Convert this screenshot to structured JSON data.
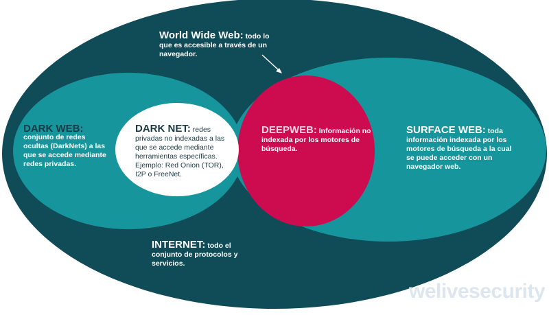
{
  "colors": {
    "outer": "#0f4c58",
    "teal": "#16959d",
    "pink": "#cc0c4f",
    "white": "#ffffff"
  },
  "www": {
    "title": "World Wide Web:",
    "text": "todo lo que es accesible a través de un navegador."
  },
  "dark_web": {
    "title": "DARK WEB:",
    "text": "conjunto de redes ocultas (DarkNets) a las que se accede mediante redes privadas."
  },
  "dark_net": {
    "title": "DARK NET:",
    "text": "redes privadas no indexadas a las que se accede mediante herramientas específicas. Ejemplo: Red Onion (TOR), I2P o FreeNet."
  },
  "deep_web": {
    "title": "DEEPWEB:",
    "text": "Información no indexada por los motores de búsqueda."
  },
  "surface_web": {
    "title": "SURFACE WEB:",
    "text": "toda información indexada por los motores de búsqueda a la cual se puede acceder con un navegador web."
  },
  "internet": {
    "title": "INTERNET:",
    "text": "todo el conjunto de protocolos y servicios."
  },
  "watermark": "welivesecurity"
}
